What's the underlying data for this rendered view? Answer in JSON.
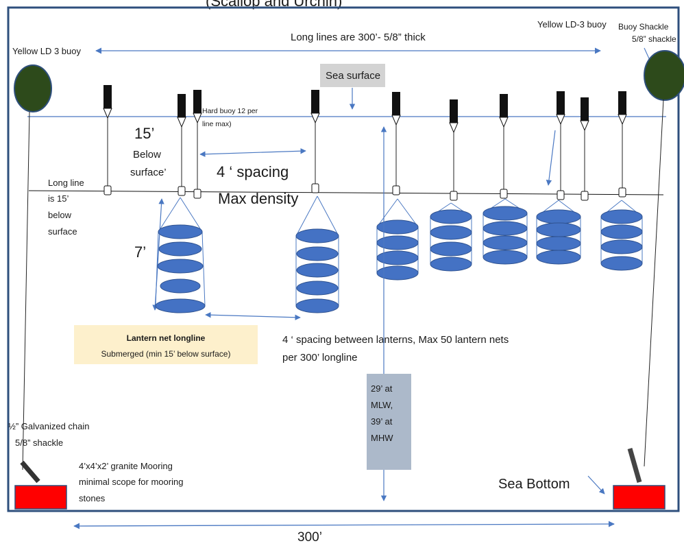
{
  "header": {
    "cut_title": "(Scallop and Urchin)"
  },
  "labels": {
    "buoy_left": "Yellow LD 3 buoy",
    "buoy_right": "Yellow LD-3 buoy",
    "buoy_shackle": [
      "Buoy Shackle",
      "5/8” shackle"
    ],
    "long_lines": "Long lines are 300’- 5/8” thick",
    "sea_surface": "Sea surface",
    "hard_buoy": [
      "Hard buoy 12 per",
      "line max)"
    ],
    "fifteen": "15’",
    "below_surface": [
      "Below",
      "surface’"
    ],
    "spacing_1": "4 ‘ spacing",
    "spacing_2": "Max density",
    "long_line_depth": [
      "Long line",
      "is 15’",
      "below",
      "surface"
    ],
    "seven": "7’",
    "lantern_title": "Lantern net longline",
    "lantern_sub": "Submerged (min 15’ below surface)",
    "lantern_spacing": [
      "4 ‘ spacing between lanterns, Max 50 lantern nets",
      "per 300’ longline"
    ],
    "depth_box": [
      "29’ at",
      "MLW,",
      "39’ at",
      "MHW"
    ],
    "chain": [
      "½” Galvanized chain",
      "5/8”  shackle"
    ],
    "mooring": [
      "4’x4’x2’ granite Mooring",
      "minimal scope for mooring",
      "stones"
    ],
    "sea_bottom": "Sea Bottom",
    "length": "300’"
  },
  "colors": {
    "frame": "#2e4f7c",
    "arrow": "#4a78c2",
    "buoy_green": "#2d4a1b",
    "net_blue": "#4472c4",
    "mooring_red": "#ff0000",
    "sea_surface_box": "#d3d3d3",
    "lantern_box": "#fdf0cc",
    "depth_box": "#acb9ca"
  }
}
